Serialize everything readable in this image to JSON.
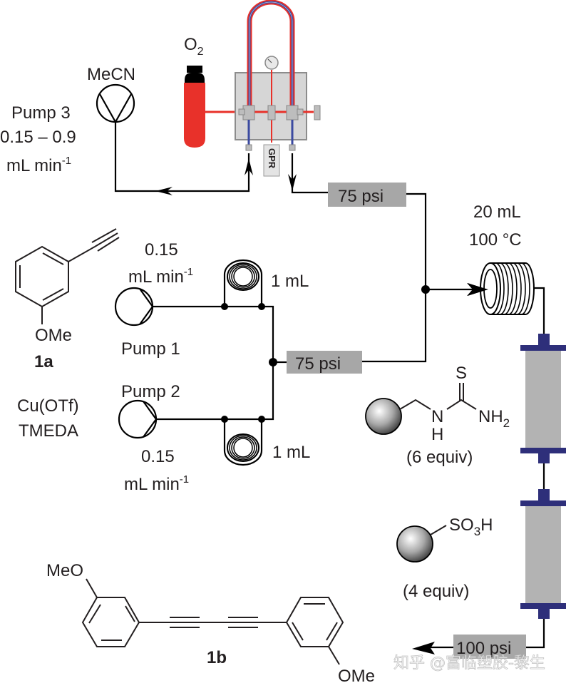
{
  "title": "Continuous-flow Glaser coupling setup",
  "colors": {
    "oxygen": "#e8312a",
    "tube_blue": "#3b4aa0",
    "column_cap": "#2e2f7a",
    "column_body": "#b3b3b3",
    "psi_box": "#a7a7a7",
    "manifold": "#d6d6d6"
  },
  "oxygen": {
    "label": "O",
    "sub": "2"
  },
  "gpr": {
    "label": "GPR"
  },
  "pump3": {
    "solvent": "MeCN",
    "name": "Pump 3",
    "flow": "0.15 – 0.9",
    "unit": "mL min",
    "unit_sup": "-1"
  },
  "pump1": {
    "name": "Pump 1",
    "flow": "0.15",
    "unit": "mL min",
    "unit_sup": "-1",
    "loop": "1 mL"
  },
  "pump2": {
    "name": "Pump 2",
    "flow": "0.15",
    "unit": "mL min",
    "unit_sup": "-1",
    "loop": "1 mL",
    "reagent_line1": "Cu(OTf)",
    "reagent_line2": "TMEDA"
  },
  "compound_1a": {
    "substituent": "OMe",
    "label": "1a"
  },
  "compound_1b": {
    "sub_left": "MeO",
    "sub_right": "OMe",
    "label": "1b"
  },
  "bpr_top": "75 psi",
  "bpr_mid": "75 psi",
  "bpr_out": "100 psi",
  "reactor": {
    "volume": "20 mL",
    "temperature": "100 °C"
  },
  "scavenger1": {
    "s": "S",
    "n": "N",
    "h": "H",
    "nh": "NH",
    "nh_sub": "2",
    "equiv": "(6 equiv)"
  },
  "scavenger2": {
    "group": "SO",
    "group_sub": "3",
    "group_end": "H",
    "equiv": "(4 equiv)"
  },
  "watermark": "知乎 @富临塑胶-黎生"
}
